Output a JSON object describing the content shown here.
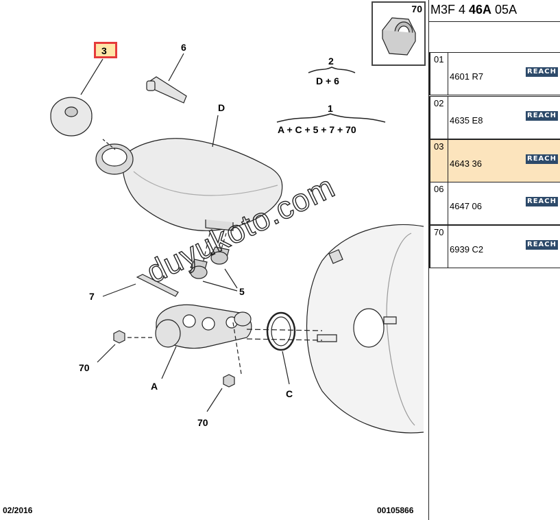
{
  "diagram": {
    "labels": {
      "p3": "3",
      "p6": "6",
      "pD": "D",
      "p7": "7",
      "p5": "5",
      "p70a": "70",
      "pA": "A",
      "p70b": "70",
      "pC": "C"
    },
    "groups": {
      "g2_num": "2",
      "g2_def": "D + 6",
      "g1_num": "1",
      "g1_def": "A + C + 5 + 7 + 70"
    },
    "watermark": "duyukoto.com",
    "footer": {
      "date": "02/2016",
      "doc_number": "00105866"
    },
    "thumbnail": {
      "label": "70",
      "icon": "nut-icon"
    }
  },
  "panel": {
    "reference": {
      "a": "M3F 4 ",
      "b": "46A",
      "c": " 05A"
    },
    "rows": [
      {
        "index": "01",
        "part_number": "4601 R7",
        "badge": "REACH",
        "selected": false
      },
      {
        "index": "02",
        "part_number": "4635 E8",
        "badge": "REACH",
        "selected": false
      },
      {
        "index": "03",
        "part_number": "4643 36",
        "badge": "REACH",
        "selected": true
      },
      {
        "index": "06",
        "part_number": "4647 06",
        "badge": "REACH",
        "selected": false
      },
      {
        "index": "70",
        "part_number": "6939 C2",
        "badge": "REACH",
        "selected": false
      }
    ],
    "colors": {
      "selected_row": "#fce4bd",
      "badge_bg": "#2d4a6a",
      "highlight_border": "#e53b3b"
    }
  }
}
